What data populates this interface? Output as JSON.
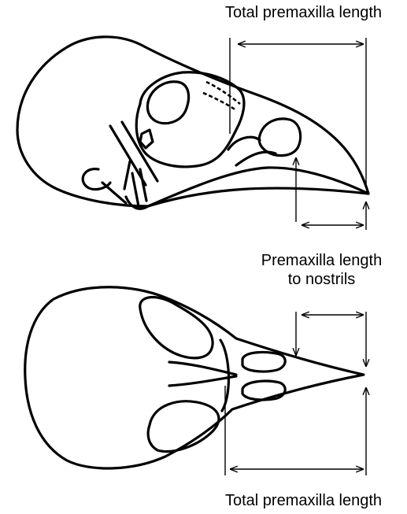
{
  "labels": {
    "top": "Total premaxilla length",
    "middle_line1": "Premaxilla length",
    "middle_line2": "to nostrils",
    "bottom": "Total premaxilla length"
  },
  "colors": {
    "ink": "#000000",
    "background": "#ffffff"
  }
}
